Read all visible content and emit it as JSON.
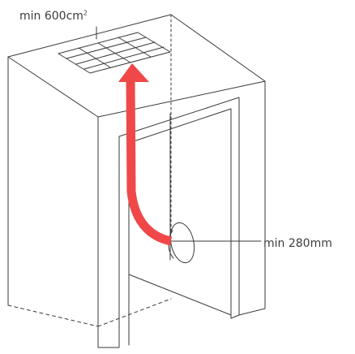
{
  "labels": {
    "vent_area": "min 600cm",
    "vent_area_superscript": "2",
    "duct_diameter": "min 280mm"
  },
  "colors": {
    "line": "#3a3a3a",
    "arrow": "#f04848",
    "text": "#3c3c3c",
    "background": "#ffffff"
  },
  "icons": {
    "airflow": "upward-curved-arrow-icon",
    "ceiling_vent": "grid-vent-icon",
    "wall_opening": "circular-duct-icon"
  }
}
